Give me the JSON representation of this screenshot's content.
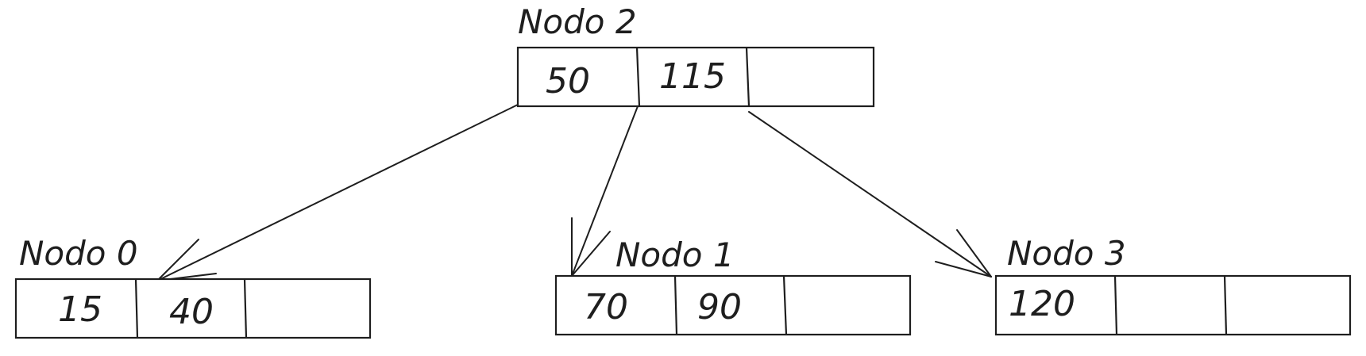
{
  "nodes": [
    {
      "id": "node2",
      "title": "Nodo 2",
      "keys": [
        "50",
        "115",
        ""
      ]
    },
    {
      "id": "node0",
      "title": "Nodo 0",
      "keys": [
        "15",
        "40",
        ""
      ]
    },
    {
      "id": "node1",
      "title": "Nodo 1",
      "keys": [
        "70",
        "90",
        ""
      ]
    },
    {
      "id": "node3",
      "title": "Nodo 3",
      "keys": [
        "120",
        "",
        ""
      ]
    }
  ],
  "edges": [
    {
      "from": "node2",
      "pointer": 0,
      "to": "node0"
    },
    {
      "from": "node2",
      "pointer": 1,
      "to": "node1"
    },
    {
      "from": "node2",
      "pointer": 2,
      "to": "node3"
    }
  ],
  "colors": {
    "stroke": "#1e1e1e",
    "background": "#ffffff"
  }
}
